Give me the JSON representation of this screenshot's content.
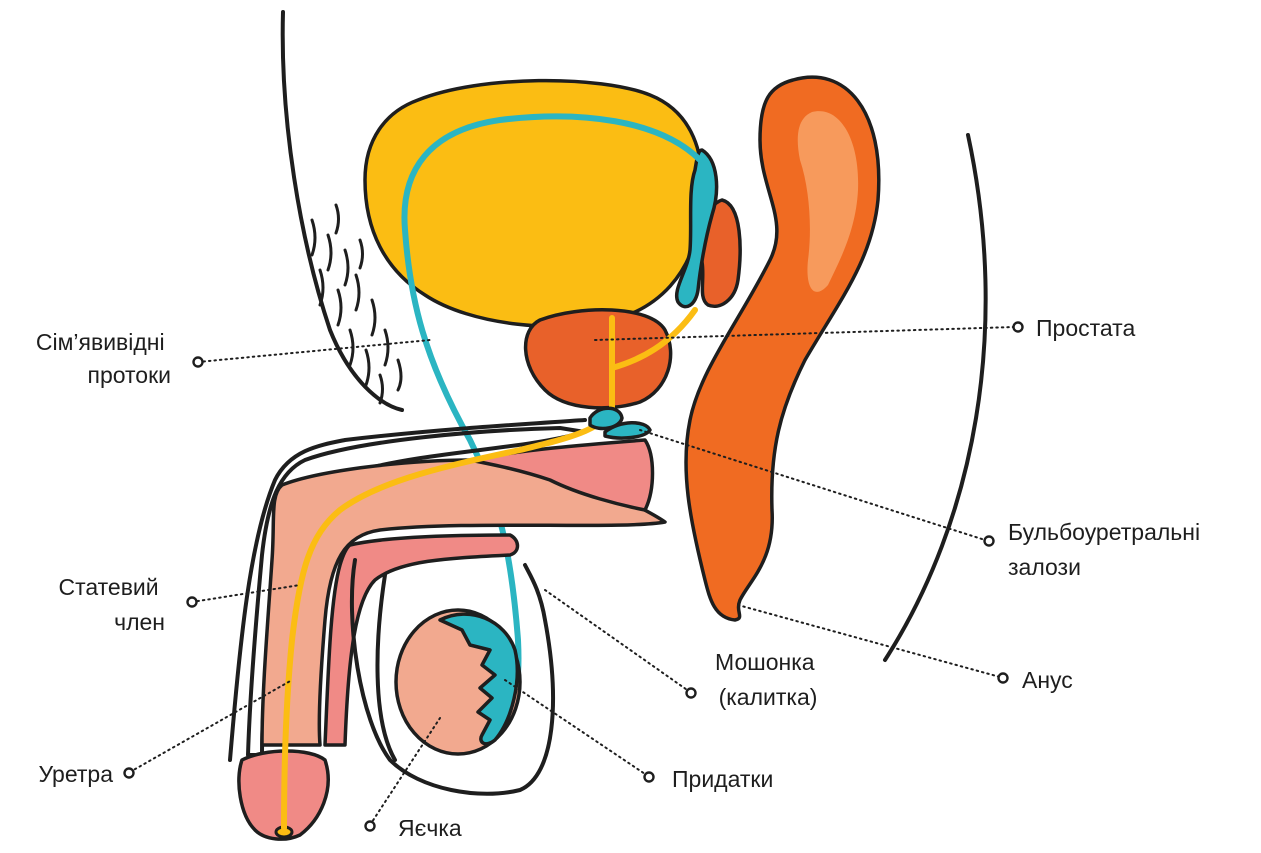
{
  "colors": {
    "bladder": "#fbbd13",
    "prostate": "#e8612a",
    "rectum": "#f06b22",
    "rectum_highlight": "#f79a5c",
    "vas_deferens": "#2bb5c2",
    "urethra": "#fbbd13",
    "penis_light": "#f2a98f",
    "penis_dark": "#f08a86",
    "testis": "#f2a98f",
    "epididymis": "#2bb5c2",
    "outline": "#1e1e1e",
    "leader_dot": "#ffffff"
  },
  "labels": {
    "vas_deferens": [
      "Сім’явивідні",
      "протоки"
    ],
    "prostate": [
      "Простата"
    ],
    "bulbourethral": [
      "Бульбоуретральні",
      "залози"
    ],
    "penis": [
      "Статевий",
      "член"
    ],
    "scrotum": [
      "Мошонка",
      "(калитка)"
    ],
    "anus": [
      "Анус"
    ],
    "urethra": [
      "Уретра"
    ],
    "epididymis": [
      "Придатки"
    ],
    "testes": [
      "Яєчка"
    ]
  }
}
